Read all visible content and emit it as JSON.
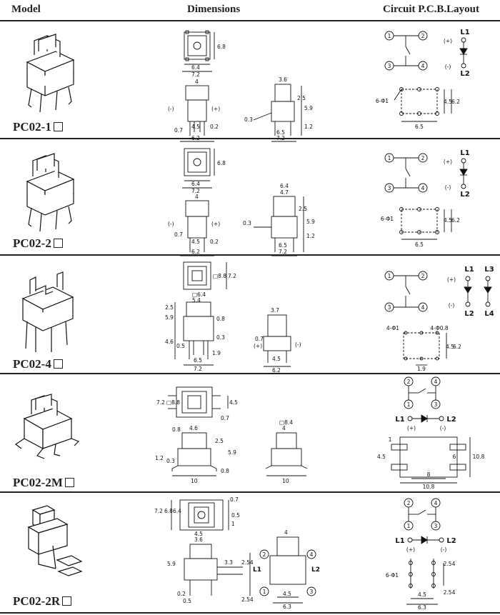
{
  "header": {
    "model": "Model",
    "dimensions": "Dimensions",
    "circuit": "Circuit P.C.B.Layout"
  },
  "rows": [
    {
      "model": "PC02-1",
      "top": {
        "w": "6.4",
        "w2": "7.2",
        "h": "6.8"
      },
      "front": {
        "top": "4",
        "a": "4.5",
        "b": "6.2",
        "c": "0.7",
        "d": "0.2",
        "minus": "(-)",
        "plus": "(+)"
      },
      "side": {
        "top": "3.6",
        "a": "6.5",
        "b": "7.2",
        "c": "0.3",
        "d": "2.5",
        "e": "5.9",
        "f": "1.2"
      },
      "circuit": {
        "p1": "1",
        "p2": "2",
        "p3": "3",
        "p4": "4",
        "plus": "(+)",
        "minus": "(-)",
        "l1": "L1",
        "l2": "L2"
      },
      "pcb": {
        "holes": "6-Φ1",
        "w": "6.5",
        "h1": "4.5",
        "h2": "6.2"
      }
    },
    {
      "model": "PC02-2",
      "top": {
        "w": "6.4",
        "w2": "7.2",
        "h": "6.8"
      },
      "front": {
        "top": "4",
        "a": "4.5",
        "b": "6.2",
        "c": "0.7",
        "d": "0.2",
        "minus": "(-)",
        "plus": "(+)"
      },
      "side": {
        "top": "6.4",
        "top2": "4.7",
        "a": "6.5",
        "b": "7.2",
        "c": "0.3",
        "d": "2.5",
        "e": "5.9",
        "f": "1.2"
      },
      "circuit": {
        "p1": "1",
        "p2": "2",
        "p3": "3",
        "p4": "4",
        "plus": "(+)",
        "minus": "(-)",
        "l1": "L1",
        "l2": "L2"
      },
      "pcb": {
        "holes": "6-Φ1",
        "w": "6.5",
        "h1": "4.5",
        "h2": "6.2"
      }
    },
    {
      "model": "PC02-4",
      "top": {
        "a": "□8.8",
        "b": "7.2"
      },
      "front": {
        "t1": "□6.4",
        "t2": "5.4",
        "l1": "2.5",
        "l2": "5.9",
        "l3": "4.6",
        "r1": "0.8",
        "r2": "0.3",
        "a": "0.5",
        "b": "1.9",
        "c": "6.5",
        "d": "7.2"
      },
      "side": {
        "top": "3.7",
        "c": "0.7",
        "plus": "(+)",
        "minus": "(-)",
        "a": "4.5",
        "b": "6.2"
      },
      "circuit": {
        "p1": "1",
        "p2": "2",
        "p3": "3",
        "p4": "4",
        "plus": "(+)",
        "minus": "(-)",
        "l1": "L1",
        "l2": "L2",
        "l3": "L3",
        "l4": "L4"
      },
      "pcb": {
        "holes1": "4-Φ1",
        "holes2": "4-Φ0.8",
        "h1": "4.5",
        "h2": "6.2",
        "w": "1.9"
      }
    },
    {
      "model": "PC02-2M",
      "top": {
        "a": "□8.8",
        "b": "7.2",
        "c": "0.7",
        "d": "4.5"
      },
      "front": {
        "t": "4.6",
        "l1": "0.8",
        "l2": "2.5",
        "r1": "5.9",
        "l3": "1.2",
        "l4": "0.3",
        "b1": "10",
        "b2": "0.8"
      },
      "side": {
        "top": "□8.4",
        "top2": "4",
        "b": "10"
      },
      "circuit": {
        "p1": "1",
        "p2": "2",
        "p3": "3",
        "p4": "4",
        "l1": "L1",
        "l2": "L2",
        "plus": "(+)",
        "minus": "(-)"
      },
      "pcb": {
        "a": "1",
        "b": "4.5",
        "c": "6",
        "d": "10.8",
        "e": "8",
        "f": "10.8"
      }
    },
    {
      "model": "PC02-2R",
      "top": {
        "a": "7.2",
        "b": "6.8",
        "c": "6.4",
        "d": "0.7",
        "e": "0.5",
        "f": "1"
      },
      "front": {
        "t1": "4.5",
        "t2": "3.6",
        "l1": "5.9",
        "m": "3.3",
        "r": "2.54",
        "r2": "2.54",
        "b1": "0.2",
        "b2": "0.5"
      },
      "side": {
        "top": "4",
        "l1": "L1",
        "l2": "L2",
        "p1": "1",
        "p2": "2",
        "p3": "3",
        "p4": "4",
        "a": "4.5",
        "b": "6.3"
      },
      "circuit": {
        "p1": "1",
        "p2": "2",
        "p3": "3",
        "p4": "4",
        "l1": "L1",
        "l2": "L2",
        "plus": "(+)",
        "minus": "(-)"
      },
      "pcb": {
        "holes": "6-Φ1",
        "a": "2.54",
        "b": "4.5",
        "c": "6.3",
        "d": "2.54"
      }
    }
  ]
}
